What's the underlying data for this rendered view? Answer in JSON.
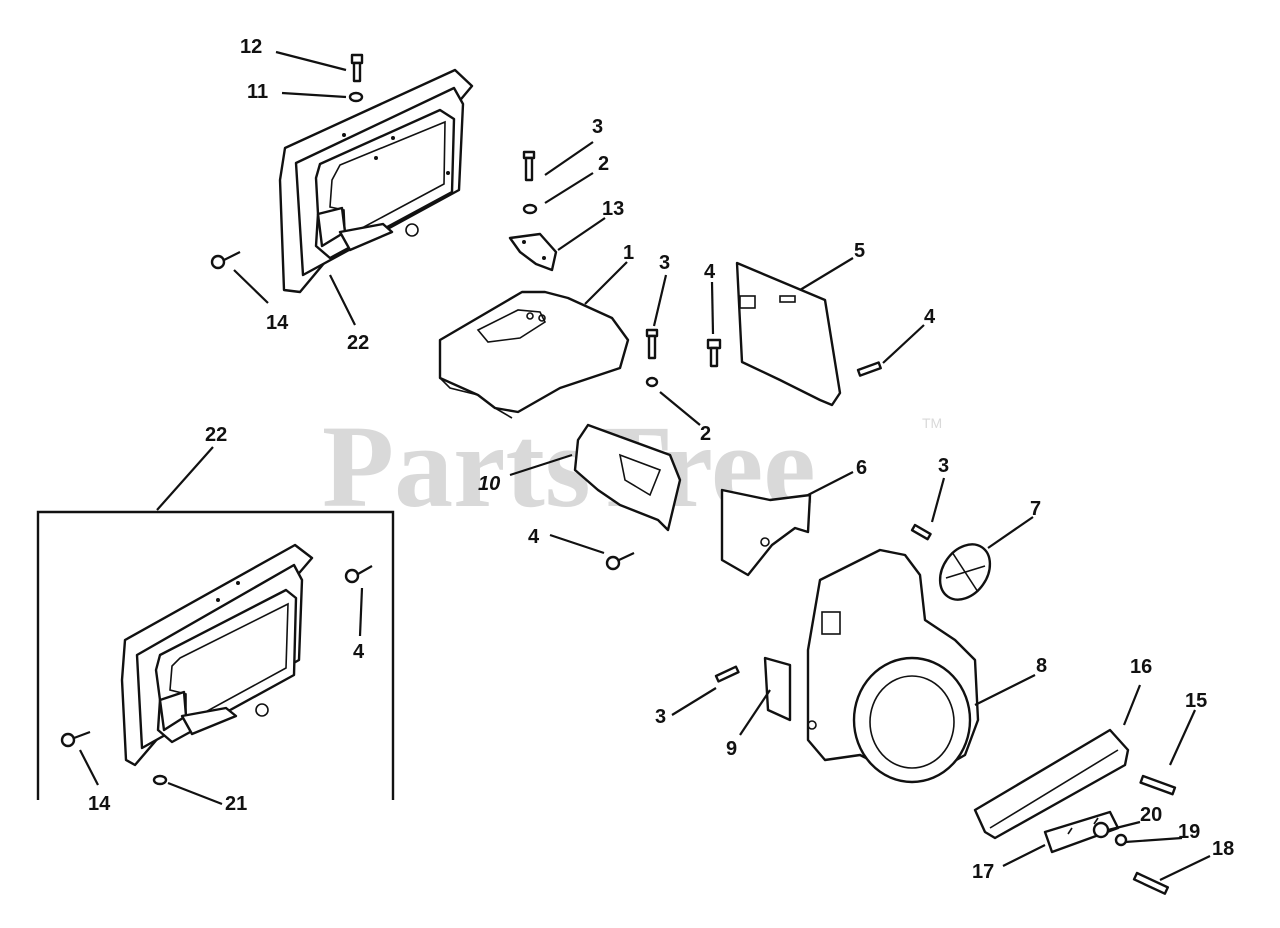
{
  "watermark": {
    "text": "PartsTree",
    "trademark": "TM"
  },
  "callouts": [
    {
      "id": "c12a",
      "text": "12"
    },
    {
      "id": "c11a",
      "text": "11"
    },
    {
      "id": "c14a",
      "text": "14"
    },
    {
      "id": "c22a",
      "text": "22"
    },
    {
      "id": "c3a",
      "text": "3"
    },
    {
      "id": "c2a",
      "text": "2"
    },
    {
      "id": "c13",
      "text": "13"
    },
    {
      "id": "c1",
      "text": "1"
    },
    {
      "id": "c3b",
      "text": "3"
    },
    {
      "id": "c4a",
      "text": "4"
    },
    {
      "id": "c5",
      "text": "5"
    },
    {
      "id": "c4b",
      "text": "4"
    },
    {
      "id": "c2b",
      "text": "2"
    },
    {
      "id": "c22b",
      "text": "22"
    },
    {
      "id": "c10",
      "text": "10"
    },
    {
      "id": "c6",
      "text": "6"
    },
    {
      "id": "c3c",
      "text": "3"
    },
    {
      "id": "c7",
      "text": "7"
    },
    {
      "id": "c4c",
      "text": "4"
    },
    {
      "id": "c4d",
      "text": "4"
    },
    {
      "id": "c8",
      "text": "8"
    },
    {
      "id": "c16",
      "text": "16"
    },
    {
      "id": "c15",
      "text": "15"
    },
    {
      "id": "c3d",
      "text": "3"
    },
    {
      "id": "c9",
      "text": "9"
    },
    {
      "id": "c14b",
      "text": "14"
    },
    {
      "id": "c21",
      "text": "21"
    },
    {
      "id": "c20",
      "text": "20"
    },
    {
      "id": "c19",
      "text": "19"
    },
    {
      "id": "c18",
      "text": "18"
    },
    {
      "id": "c17",
      "text": "17"
    }
  ]
}
